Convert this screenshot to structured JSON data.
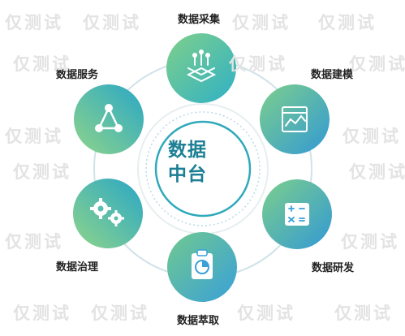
{
  "diagram": {
    "center": {
      "line1": "数据",
      "line2": "中台"
    },
    "nodes": [
      {
        "id": "collect",
        "label": "数据采集",
        "icon": "data-collect-icon"
      },
      {
        "id": "model",
        "label": "数据建模",
        "icon": "data-model-icon"
      },
      {
        "id": "develop",
        "label": "数据研发",
        "icon": "calculator-icon"
      },
      {
        "id": "extract",
        "label": "数据萃取",
        "icon": "clipboard-icon"
      },
      {
        "id": "govern",
        "label": "数据治理",
        "icon": "gears-icon"
      },
      {
        "id": "service",
        "label": "数据服务",
        "icon": "network-icon"
      }
    ]
  },
  "watermark": {
    "text": "仅测试"
  },
  "colors": {
    "teal": "#2fb7c4",
    "blue": "#3aa0d8",
    "green": "#8dcf8a",
    "ring": "#cfe3e8",
    "center_text": "#1c7f94"
  }
}
